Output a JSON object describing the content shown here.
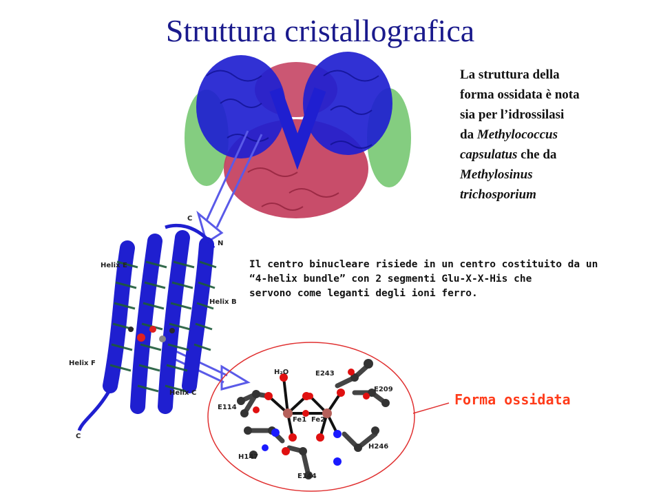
{
  "title": "Struttura cristallografica",
  "side_text": {
    "line1": "La struttura della",
    "line2": "forma ossidata è nota",
    "line3": "sia per l’idrossilasi",
    "line4_pre": "da ",
    "line4_em": "Methylococcus",
    "line5_em": "capsulatus",
    "line5_post": " che da",
    "line6_em": "Methylosinus",
    "line7_em": "trichosporium"
  },
  "note": {
    "line1": "Il centro binucleare  risiede in un centro costituito da un",
    "line2": "“4-helix bundle”  con 2 segmenti Glu-X-X-His che",
    "line3": "servono come leganti degli ioni ferro."
  },
  "forma_label": "Forma ossidata",
  "helix_labels": {
    "c_top": "C",
    "n": "N",
    "helix_e": "Helix E",
    "helix_b": "Helix B",
    "helix_f": "Helix F",
    "helix_c": "Helix C",
    "c_bottom": "C"
  },
  "site_labels": {
    "h2o": "H₂O",
    "e243": "E243",
    "e209": "E209",
    "e114": "E114",
    "fe1": "Fe1",
    "fe2": "Fe2",
    "h147": "H147",
    "h246": "H246",
    "e144": "E144"
  },
  "colors": {
    "title": "#1a1a8c",
    "protein_blue": "#1f1fd0",
    "protein_red": "#c23a5a",
    "protein_green": "#6fc46a",
    "helix_dark": "#1d5a3a",
    "forma": "#ff3b1a",
    "ellipse": "#e03030",
    "arrow": "#5a5ae8"
  }
}
